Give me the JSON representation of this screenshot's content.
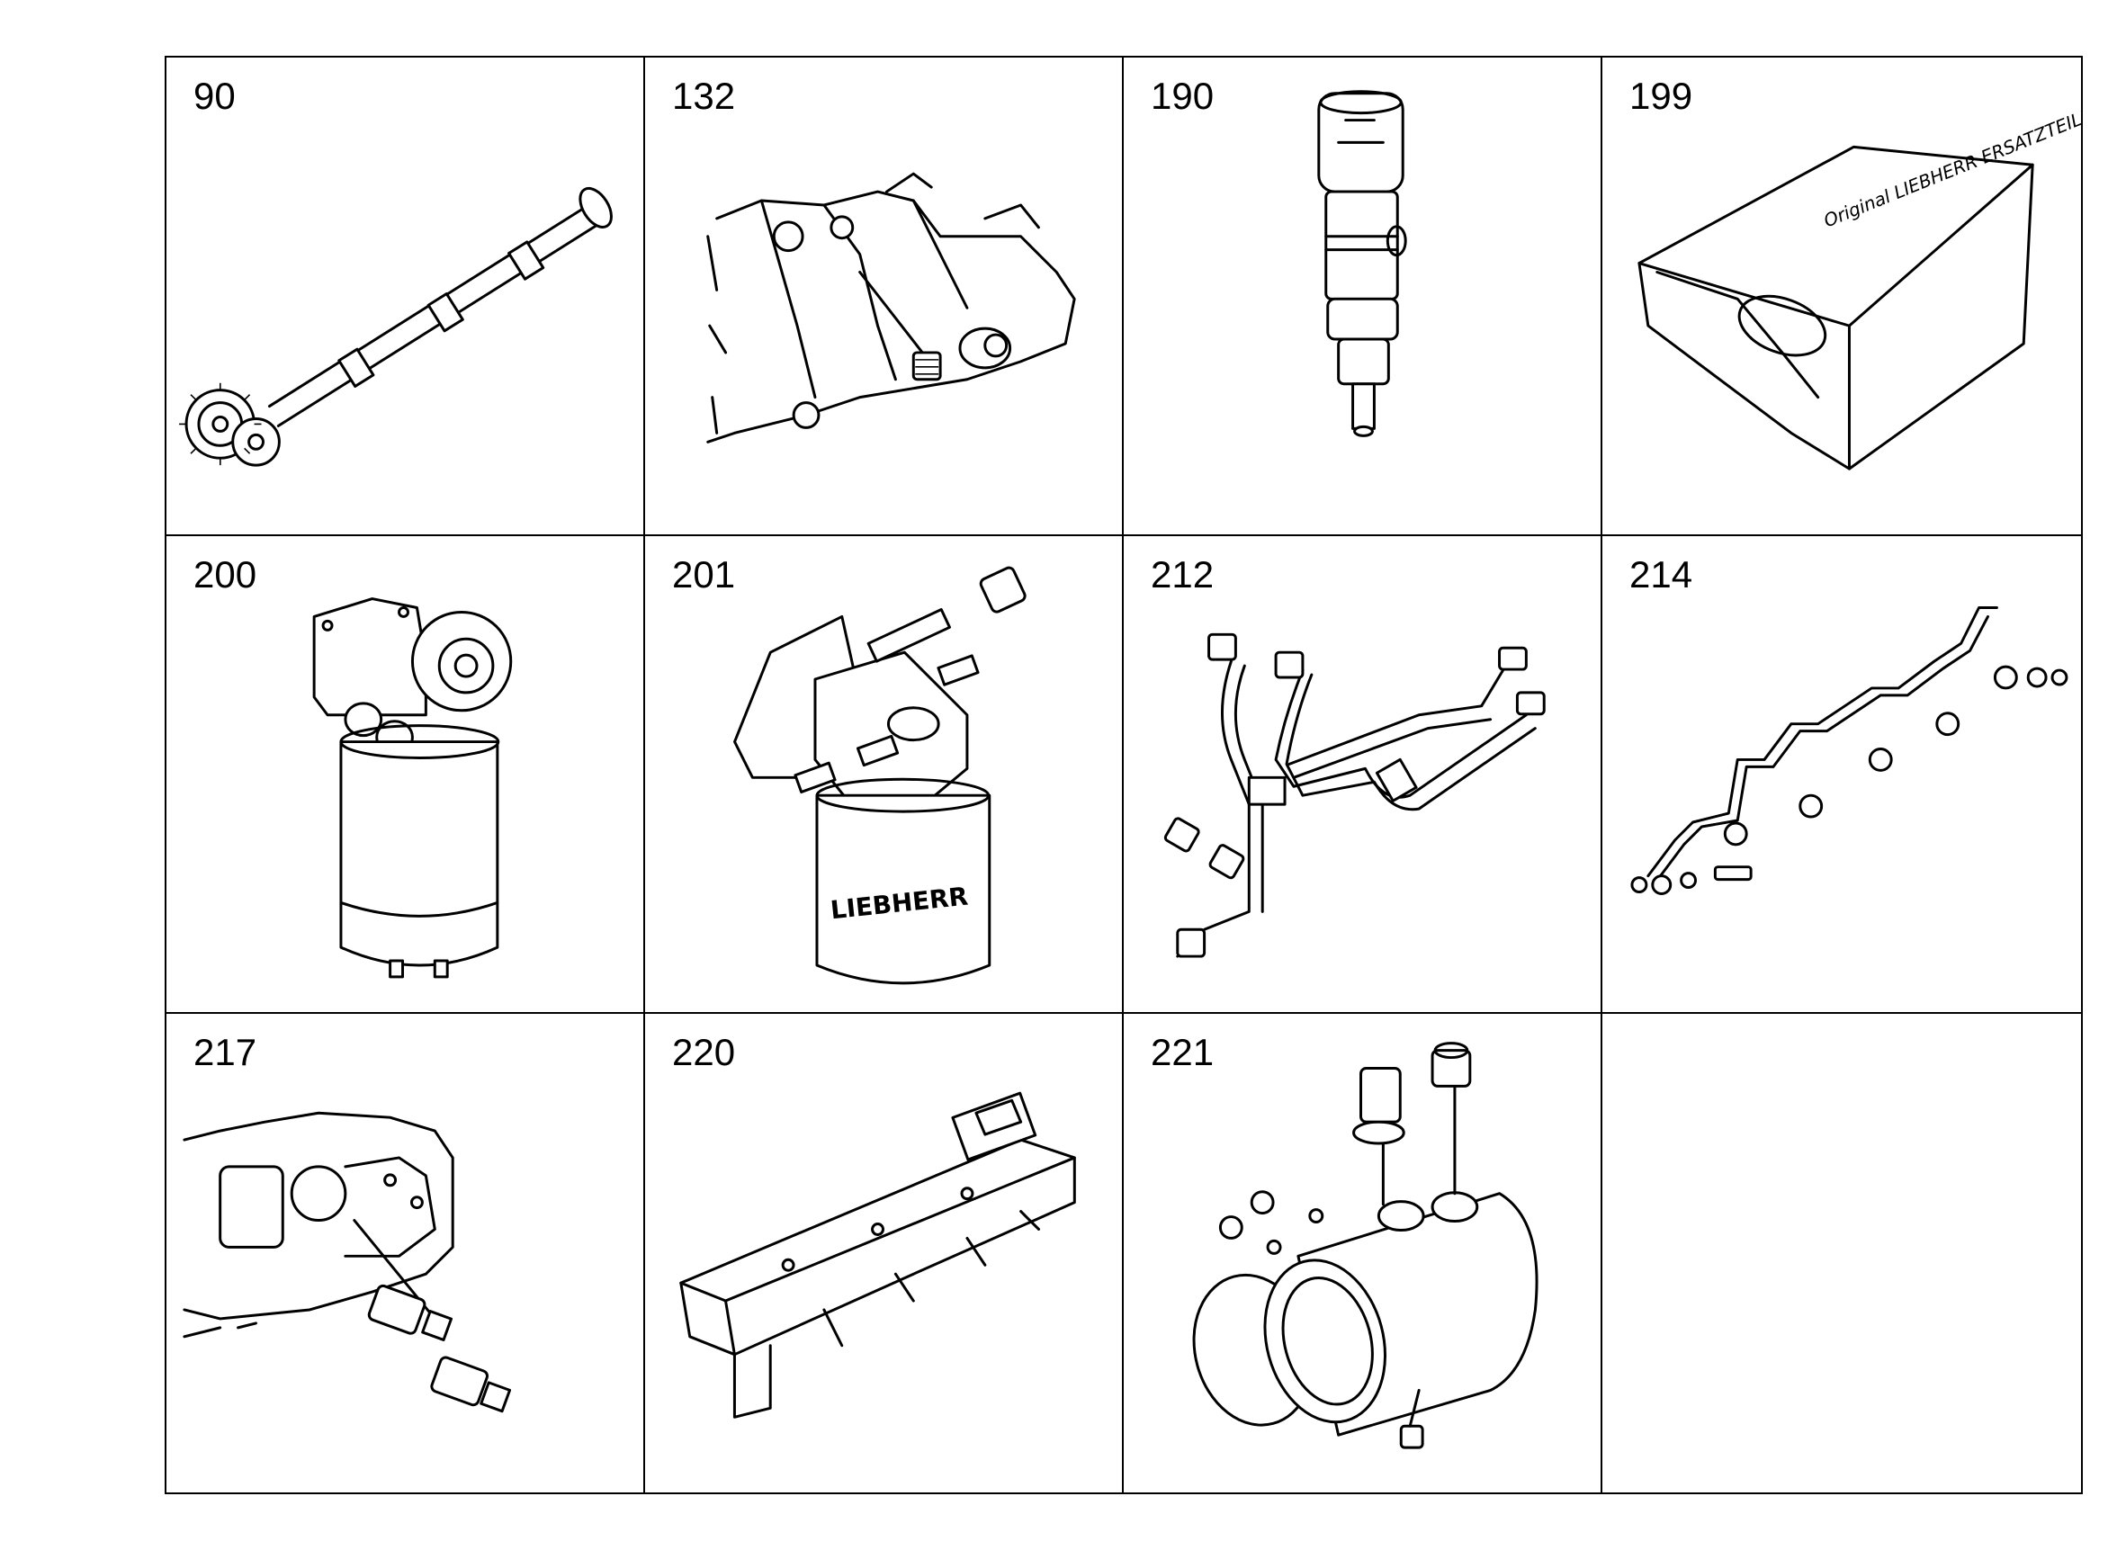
{
  "cells": [
    {
      "number": "90",
      "icon": "gear-pump-shaft-icon"
    },
    {
      "number": "132",
      "icon": "engine-block-plug-icon"
    },
    {
      "number": "190",
      "icon": "fuel-injector-icon"
    },
    {
      "number": "199",
      "icon": "gasket-kit-box-icon",
      "box_text": "Original LIEBHERR ERSATZTEILE"
    },
    {
      "number": "200",
      "icon": "fuel-filter-icon"
    },
    {
      "number": "201",
      "icon": "fuel-filter-housing-icon",
      "label": "LIEBHERR"
    },
    {
      "number": "212",
      "icon": "fuel-line-assembly-icon"
    },
    {
      "number": "214",
      "icon": "injection-lines-icon"
    },
    {
      "number": "217",
      "icon": "pump-fitting-icon"
    },
    {
      "number": "220",
      "icon": "intake-manifold-icon"
    },
    {
      "number": "221",
      "icon": "connection-pipe-icon"
    },
    {
      "number": "",
      "icon": ""
    }
  ]
}
